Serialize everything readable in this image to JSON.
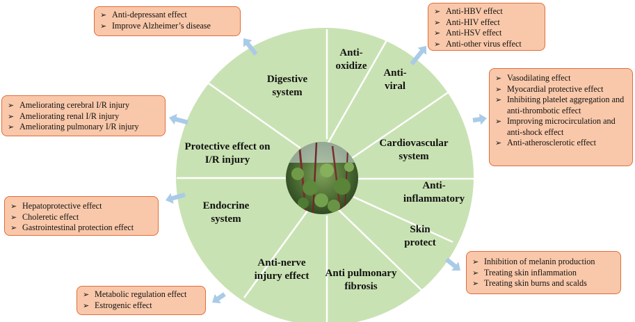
{
  "segments": [
    {
      "id": "anti-oxidize",
      "lines": [
        "Anti-",
        "oxidize"
      ]
    },
    {
      "id": "anti-viral",
      "lines": [
        "Anti-",
        "viral"
      ]
    },
    {
      "id": "cardiovascular",
      "lines": [
        "Cardiovascular",
        "system"
      ]
    },
    {
      "id": "anti-inflammatory",
      "lines": [
        "Anti-",
        "inflammatory"
      ]
    },
    {
      "id": "skin-protect",
      "lines": [
        "Skin",
        "protect"
      ]
    },
    {
      "id": "anti-pulmonary",
      "lines": [
        "Anti pulmonary",
        "fibrosis"
      ]
    },
    {
      "id": "anti-nerve",
      "lines": [
        "Anti-nerve",
        "injury effect"
      ]
    },
    {
      "id": "endocrine",
      "lines": [
        "Endocrine",
        "system"
      ]
    },
    {
      "id": "protective-ir",
      "lines": [
        "Protective effect on",
        "I/R injury"
      ]
    },
    {
      "id": "digestive",
      "lines": [
        "Digestive",
        "system"
      ]
    }
  ],
  "boxes": {
    "neuro": [
      "Anti-depressant effect",
      "Improve Alzheimer’s disease"
    ],
    "antiviral": [
      "Anti-HBV effect",
      "Anti-HIV effect",
      "Anti-HSV effect",
      "Anti-other virus effect"
    ],
    "ir": [
      "Ameliorating  cerebral I/R injury",
      "Ameliorating  renal I/R injury",
      "Ameliorating  pulmonary I/R injury"
    ],
    "cardio": [
      "Vasodilating effect",
      "Myocardial protective effect",
      "Inhibiting platelet aggregation and anti-thrombotic effect",
      "Improving microcirculation and anti-shock effect",
      "Anti-atherosclerotic effect"
    ],
    "digestive": [
      "Hepatoprotective effect",
      "Choleretic effect",
      "Gastrointestinal protection effect"
    ],
    "skin": [
      "Inhibition of melanin production",
      "Treating skin inflammation",
      "Treating skin burns and scalds"
    ],
    "endocrine": [
      "Metabolic regulation  effect",
      "Estrogenic effect"
    ]
  },
  "colors": {
    "circle": "#c9e2b3",
    "divider": "#ffffff",
    "box_fill": "#f9c8aa",
    "box_border": "#e06c3a",
    "arrow": "#a9cbe8"
  },
  "center_image": "plant-photo"
}
